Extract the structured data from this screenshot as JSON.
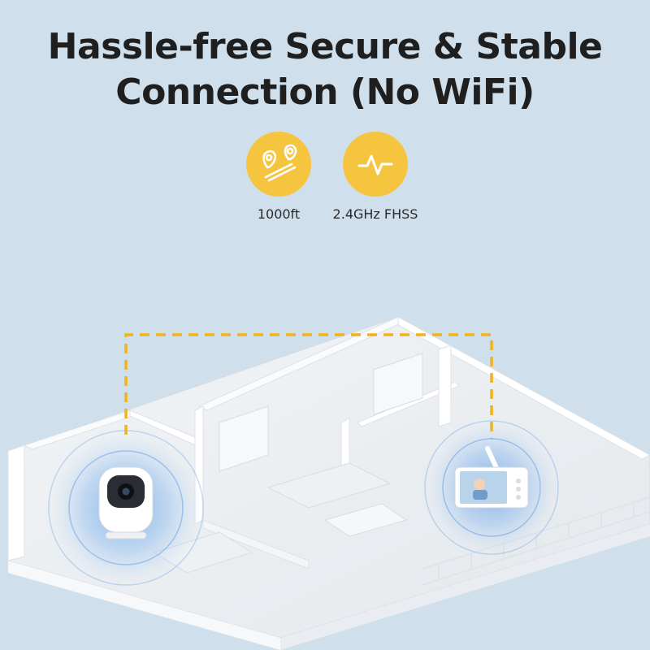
{
  "headline": {
    "line1": "Hassle-free Secure & Stable",
    "line2": "Connection (No WiFi)"
  },
  "features": [
    {
      "icon": "distance-pin-icon",
      "label": "1000ft"
    },
    {
      "icon": "signal-wave-icon",
      "label": "2.4GHz FHSS"
    }
  ],
  "colors": {
    "background": "#cfe0ec",
    "accent": "#f6c53f",
    "link_line": "#f2b21a",
    "signal_glow": "#4a8fe0",
    "house": "#ffffff"
  }
}
